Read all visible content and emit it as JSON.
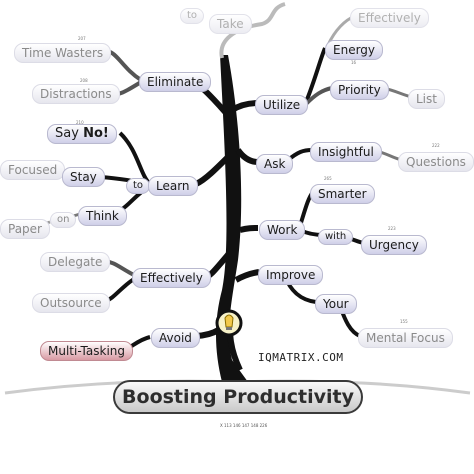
{
  "title": "Boosting Productivity",
  "brand": "IQMATRIX.COM",
  "footer_meta": "X 113 146 147 148 226",
  "left": {
    "eliminate": {
      "label": "Eliminate",
      "children": [
        "Time Wasters",
        "Distractions"
      ],
      "counts": [
        "207",
        "208"
      ]
    },
    "learn": {
      "label": "Learn",
      "to": "to",
      "say_prefix": "Say",
      "say_emphasis": "No!",
      "say_count": "210",
      "stay": "Stay",
      "focused": "Focused",
      "think": "Think",
      "on": "on",
      "paper": "Paper"
    },
    "effectively": {
      "label": "Effectively",
      "children": [
        "Delegate",
        "Outsource"
      ]
    },
    "avoid": {
      "label": "Avoid",
      "child": "Multi-Tasking"
    }
  },
  "right": {
    "top": {
      "arrow": "to",
      "label": "Take"
    },
    "utilize": {
      "label": "Utilize",
      "energy": "Energy",
      "effectively": "Effectively",
      "priority": "Priority",
      "priority_count": "16",
      "list": "List"
    },
    "ask": {
      "label": "Ask",
      "insightful": "Insightful",
      "questions": "Questions",
      "questions_count": "222"
    },
    "work": {
      "label": "Work",
      "smarter": "Smarter",
      "smarter_count": "265",
      "with": "with",
      "urgency": "Urgency",
      "urgency_count": "223"
    },
    "improve": {
      "label": "Improve",
      "your": "Your",
      "mental": "Mental Focus",
      "mental_count": "155"
    }
  }
}
